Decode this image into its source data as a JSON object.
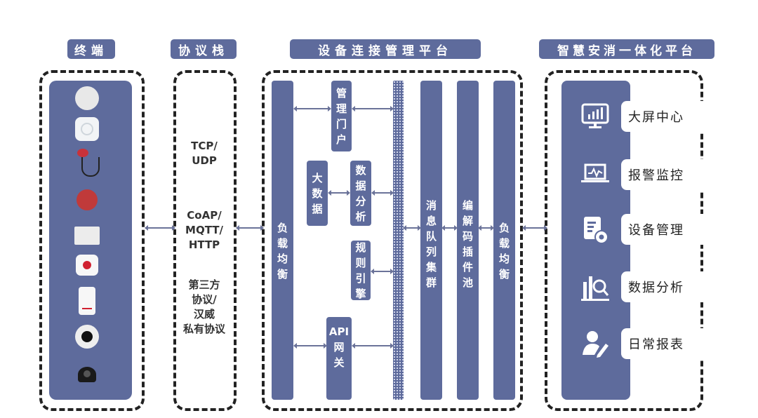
{
  "headers": {
    "terminal": "终端",
    "protocol": "协议栈",
    "device_platform": "设备连接管理平台",
    "smart_platform": "智慧安消一体化平台"
  },
  "terminal": {
    "devices": [
      {
        "icon": "smoke-detector-icon"
      },
      {
        "icon": "gas-detector-icon"
      },
      {
        "icon": "pressure-sensor-cable-icon"
      },
      {
        "icon": "pressure-gauge-icon"
      },
      {
        "icon": "electrical-meter-icon"
      },
      {
        "icon": "emergency-button-icon"
      },
      {
        "icon": "pir-motion-sensor-icon"
      },
      {
        "icon": "ceiling-detector-icon"
      },
      {
        "icon": "ip-camera-icon"
      }
    ]
  },
  "protocols": [
    {
      "lines": [
        "TCP/",
        "UDP"
      ]
    },
    {
      "lines": [
        "CoAP/",
        "MQTT/",
        "HTTP"
      ]
    },
    {
      "lines": [
        "第三方",
        "协议/",
        "汉威",
        "私有协议"
      ]
    }
  ],
  "device_platform": {
    "load_balancer_left": "负载均衡",
    "portal": "管理门户",
    "big_data": "大数据",
    "data_analysis": "数据分析",
    "rule_engine": "规则引擎",
    "api_gateway": [
      "API",
      "网",
      "关"
    ],
    "message_queue": "消息队列集群",
    "codec_pool": "编解码插件池",
    "load_balancer_right": "负载均衡"
  },
  "smart_platform": {
    "items": [
      {
        "label": "大屏中心",
        "icon": "monitor-chart-icon"
      },
      {
        "label": "报警监控",
        "icon": "laptop-pulse-icon"
      },
      {
        "label": "设备管理",
        "icon": "document-gear-icon"
      },
      {
        "label": "数据分析",
        "icon": "bars-magnifier-icon"
      },
      {
        "label": "日常报表",
        "icon": "user-pen-icon"
      }
    ]
  },
  "colors": {
    "accent": "#5e6b9c",
    "frame": "#222222"
  }
}
